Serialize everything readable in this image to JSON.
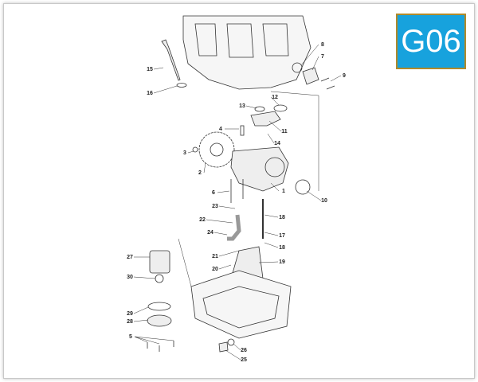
{
  "section_code": "G06",
  "colors": {
    "badge_fill": "#17a2dd",
    "badge_border": "#b08a2a",
    "line": "#333333"
  },
  "part_labels": [
    "15",
    "16",
    "8",
    "7",
    "9",
    "12",
    "13",
    "11",
    "14",
    "4",
    "3",
    "2",
    "1",
    "10",
    "6",
    "23",
    "18",
    "22",
    "24",
    "17",
    "18",
    "21",
    "19",
    "27",
    "20",
    "30",
    "29",
    "28",
    "5",
    "26",
    "25"
  ]
}
